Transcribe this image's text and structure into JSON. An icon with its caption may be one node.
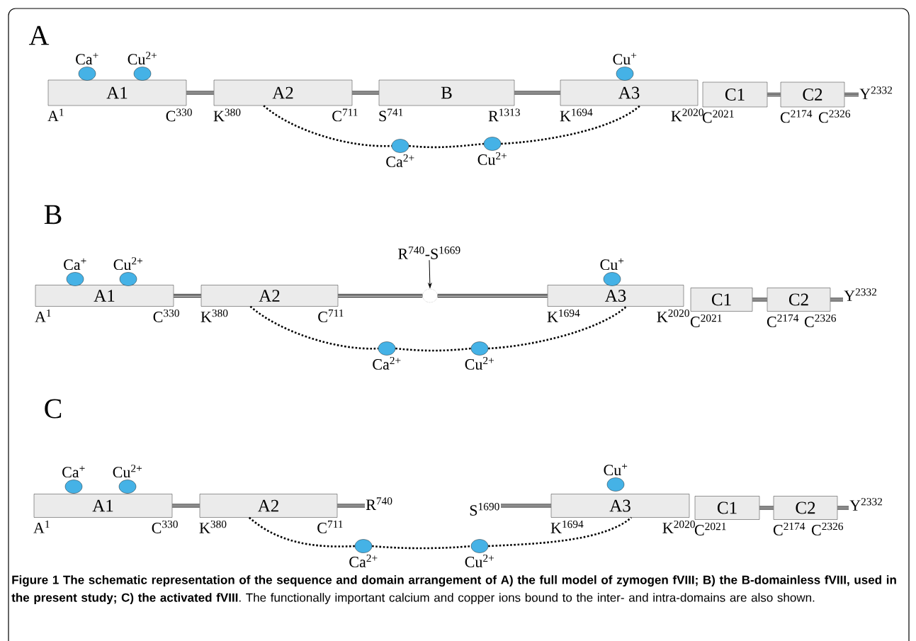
{
  "diagram": {
    "caption": "**Figure 1 The schematic representation of the sequence and domain arrangement of A) the full model of zymogen fVIII; B) the B-domainless fVIII, used in the present study; C) the activated fVIII**. The functionally important calcium and copper ions bound to the inter- and intra-domains are also shown.",
    "nodes": [
      {
        "text": [
          "A1"
        ],
        "beside": [
          "A$^{1}$",
          "C$^{330}$"
        ]
      },
      {
        "text": [
          "A2"
        ],
        "beside": [
          "K$^{380}$",
          "C$^{711}$"
        ]
      },
      {
        "text": [
          "B"
        ],
        "beside": [
          "S$^{741}$",
          "R$^{1313}$"
        ]
      },
      {
        "text": [
          "A3"
        ],
        "beside": [
          "K$^{1694}$",
          "K$^{2020}$"
        ]
      },
      {
        "text": [
          "C1"
        ],
        "beside": [
          "C$^{2021}$"
        ]
      },
      {
        "text": [
          "C2"
        ],
        "beside": [
          "C$^{2174}$",
          "C$^{2326}$"
        ]
      },
      {
        "text": [
          "Y$^{2332}$"
        ]
      },
      {
        "text": [],
        "shape": "circle",
        "beside": [
          "Ca$^{+}$"
        ]
      },
      {
        "text": [],
        "shape": "circle",
        "beside": [
          "Cu$^{2+}$"
        ]
      },
      {
        "text": [],
        "shape": "circle",
        "beside": [
          "Cu$^{+}$"
        ]
      },
      {
        "text": [],
        "shape": "circle",
        "beside": [
          "Ca$^{2+}$"
        ]
      },
      {
        "text": [],
        "shape": "circle",
        "beside": [
          "Cu$^{2+}$"
        ]
      },
      {
        "text": [
          "A1"
        ],
        "beside": [
          "A$^{1}$",
          "C$^{330}$"
        ]
      },
      {
        "text": [
          "A2"
        ],
        "beside": [
          "K$^{380}$",
          "C$^{711}$"
        ]
      },
      {
        "text": [],
        "shape": "circle"
      },
      {
        "text": [
          "A3"
        ],
        "beside": [
          "K$^{1694}$",
          "K$^{2020}$"
        ]
      },
      {
        "text": [
          "C1"
        ],
        "beside": [
          "C$^{2021}$"
        ]
      },
      {
        "text": [
          "C2"
        ],
        "beside": [
          "C$^{2174}$",
          "C$^{2326}$"
        ]
      },
      {
        "text": [
          "Y$^{2332}$"
        ]
      },
      {
        "text": [
          "R$^{740}$-S$^{1669}$"
        ]
      },
      {
        "text": [],
        "shape": "circle",
        "beside": [
          "Ca$^{+}$"
        ]
      },
      {
        "text": [],
        "shape": "circle",
        "beside": [
          "Cu$^{2+}$"
        ]
      },
      {
        "text": [],
        "shape": "circle",
        "beside": [
          "Cu$^{+}$"
        ]
      },
      {
        "text": [],
        "shape": "circle",
        "beside": [
          "Ca$^{2+}$"
        ]
      },
      {
        "text": [],
        "shape": "circle",
        "beside": [
          "Cu$^{2+}$"
        ]
      },
      {
        "text": [
          "A1"
        ],
        "beside": [
          "A$^{1}$",
          "C$^{330}$"
        ]
      },
      {
        "text": [
          "A2"
        ],
        "beside": [
          "K$^{380}$",
          "C$^{711}$"
        ]
      },
      {
        "text": [
          "R$^{740}$"
        ]
      },
      {
        "text": [
          "S$^{1690}$"
        ]
      },
      {
        "text": [
          "A3"
        ],
        "beside": [
          "K$^{1694}$",
          "K$^{2020}$"
        ]
      },
      {
        "text": [
          "C1"
        ],
        "beside": [
          "C$^{2021}$"
        ]
      },
      {
        "text": [
          "C2"
        ],
        "beside": [
          "C$^{2174}$",
          "C$^{2326}$"
        ]
      },
      {
        "text": [
          "Y$^{2332}$"
        ]
      },
      {
        "text": [],
        "shape": "circle",
        "beside": [
          "Ca$^{+}$"
        ]
      },
      {
        "text": [],
        "shape": "circle",
        "beside": [
          "Cu$^{2+}$"
        ]
      },
      {
        "text": [],
        "shape": "circle",
        "beside": [
          "Cu$^{+}$"
        ]
      },
      {
        "text": [],
        "shape": "circle",
        "beside": [
          "Ca$^{2+}$"
        ]
      },
      {
        "text": [],
        "shape": "circle",
        "beside": [
          "Cu$^{2+}$"
        ]
      }
    ],
    "edges": [
      {
        "from": 0,
        "to": 1,
        "arrow": "none"
      },
      {
        "from": 1,
        "to": 2,
        "arrow": "none"
      },
      {
        "from": 2,
        "to": 3,
        "arrow": "none"
      },
      {
        "from": 4,
        "to": 5,
        "arrow": "none"
      },
      {
        "from": 5,
        "to": 6,
        "arrow": "none"
      },
      {
        "from": 1,
        "to": 10,
        "arrow": "none",
        "style": "dashed"
      },
      {
        "from": 10,
        "to": 11,
        "arrow": "none",
        "style": "dashed"
      },
      {
        "from": 11,
        "to": 3,
        "arrow": "none",
        "style": "dashed"
      },
      {
        "from": 12,
        "to": 13,
        "arrow": "none"
      },
      {
        "from": 13,
        "to": 14,
        "arrow": "none"
      },
      {
        "from": 14,
        "to": 15,
        "arrow": "none"
      },
      {
        "from": 16,
        "to": 17,
        "arrow": "none"
      },
      {
        "from": 17,
        "to": 18,
        "arrow": "none"
      },
      {
        "from": 19,
        "to": 14,
        "arrow": "to"
      },
      {
        "from": 13,
        "to": 23,
        "arrow": "none",
        "style": "dashed"
      },
      {
        "from": 23,
        "to": 24,
        "arrow": "none",
        "style": "dashed"
      },
      {
        "from": 24,
        "to": 15,
        "arrow": "none",
        "style": "dashed"
      },
      {
        "from": 25,
        "to": 26,
        "arrow": "none"
      },
      {
        "from": 26,
        "to": 27,
        "arrow": "none"
      },
      {
        "from": 28,
        "to": 29,
        "arrow": "none"
      },
      {
        "from": 30,
        "to": 31,
        "arrow": "none"
      },
      {
        "from": 31,
        "to": 32,
        "arrow": "none"
      },
      {
        "from": 26,
        "to": 36,
        "arrow": "none",
        "style": "dashed"
      },
      {
        "from": 36,
        "to": 37,
        "arrow": "none",
        "style": "dashed"
      },
      {
        "from": 37,
        "to": 29,
        "arrow": "none",
        "style": "dashed"
      }
    ],
    "labels": [
      "A",
      "B",
      "C"
    ]
  }
}
